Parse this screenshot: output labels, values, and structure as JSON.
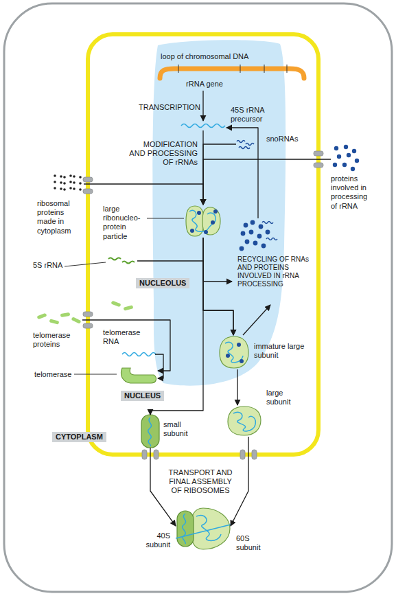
{
  "diagram": {
    "nodes": [
      {
        "text": [
          "CYTOPLASM"
        ]
      },
      {
        "text": [
          "NUCLEUS"
        ],
        "in": 0
      },
      {
        "text": [
          "NUCLEOLUS"
        ],
        "in": 1
      },
      {
        "text": [
          "loop of chromosomal DNA",
          "rRNA gene"
        ],
        "in": 1
      },
      {
        "text": [
          "45S rRNA precursor"
        ],
        "in": 2
      },
      {
        "text": [
          "snoRNAs"
        ],
        "in": 1
      },
      {
        "text": [
          "proteins involved in processing of rRNA"
        ],
        "in": 0
      },
      {
        "text": [
          "ribosomal proteins made in cytoplasm"
        ],
        "in": 0
      },
      {
        "text": [
          "large ribonucleo- protein particle"
        ],
        "in": 2
      },
      {
        "text": [
          "RECYCLING OF RNAs AND PROTEINS INVOLVED IN rRNA PROCESSING"
        ],
        "in": 2
      },
      {
        "text": [
          "5S rRNA"
        ],
        "in": 0
      },
      {
        "text": [
          "telomerase proteins"
        ],
        "in": 0
      },
      {
        "text": [
          "telomerase RNA"
        ],
        "in": 1
      },
      {
        "text": [
          "telomerase"
        ],
        "in": 1
      },
      {
        "text": [
          "immature large subunit"
        ],
        "in": 1
      },
      {
        "text": [
          "large subunit"
        ],
        "in": 1
      },
      {
        "text": [
          "small subunit"
        ],
        "in": 1
      },
      {
        "text": [
          "40S subunit",
          "60S subunit"
        ],
        "in": 0
      }
    ],
    "edges": [
      {
        "from": 3,
        "to": 4,
        "arrow": "to",
        "label": "TRANSCRIPTION"
      },
      {
        "from": 4,
        "to": 8,
        "arrow": "to"
      },
      {
        "from": 5,
        "to": 8,
        "arrow": "to"
      },
      {
        "from": 6,
        "to": 8,
        "arrow": "to"
      },
      {
        "from": 7,
        "to": 8,
        "arrow": "to"
      },
      {
        "from": 8,
        "to": 9,
        "arrow": "to"
      },
      {
        "from": 8,
        "to": 14,
        "arrow": "to"
      },
      {
        "from": 10,
        "to": 14,
        "arrow": "to"
      },
      {
        "from": 14,
        "to": 9,
        "arrow": "to"
      },
      {
        "from": 9,
        "to": 4,
        "arrow": "to"
      },
      {
        "from": 14,
        "to": 15,
        "arrow": "to"
      },
      {
        "from": 11,
        "to": 13,
        "arrow": "to"
      },
      {
        "from": 12,
        "to": 13,
        "arrow": "to"
      },
      {
        "from": 8,
        "to": 16,
        "arrow": "to"
      },
      {
        "from": 16,
        "to": 17,
        "arrow": "to"
      },
      {
        "from": 15,
        "to": 17,
        "arrow": "to"
      }
    ],
    "labels": [
      "MODIFICATION AND PROCESSING OF rRNAs",
      "TRANSPORT AND FINAL ASSEMBLY OF RIBOSOMES"
    ]
  }
}
